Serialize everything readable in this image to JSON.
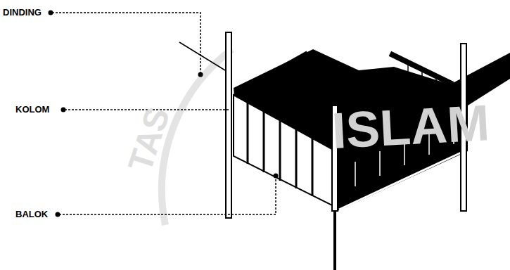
{
  "diagram": {
    "labels": [
      "DINDING",
      "KOLOM",
      "BALOK",
      "ISLAM",
      "TAS"
    ]
  }
}
